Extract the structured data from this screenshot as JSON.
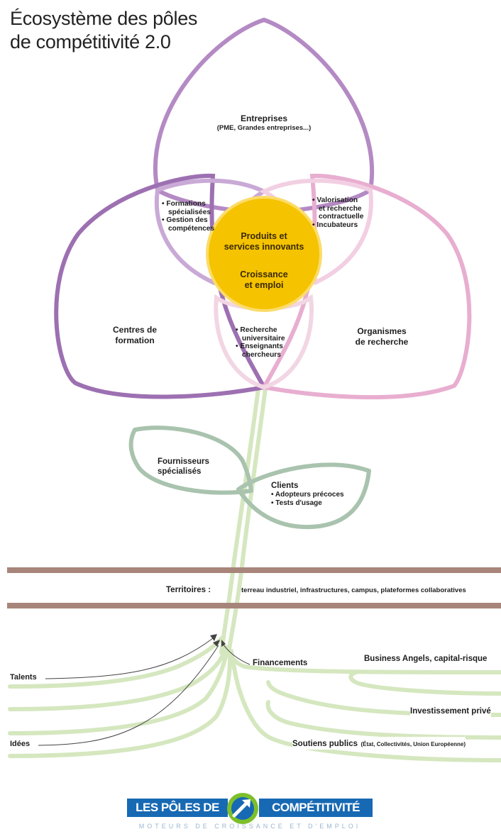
{
  "title": {
    "line1": "Écosystème des pôles",
    "line2": "de compétitivité 2.0"
  },
  "petals": {
    "entreprises": {
      "title": "Entreprises",
      "subtitle": "(PME, Grandes entreprises...)"
    },
    "formation": {
      "title_l1": "Centres de",
      "title_l2": "formation"
    },
    "recherche": {
      "title_l1": "Organismes",
      "title_l2": "de recherche"
    }
  },
  "overlaps": {
    "left": [
      "• Formations",
      "spécialisées",
      "• Gestion des",
      "compétences"
    ],
    "right": [
      "• Valorisation",
      "et recherche",
      "contractuelle",
      "• Incubateurs"
    ],
    "bottom": [
      "• Recherche",
      "universitaire",
      "• Enseignants",
      "chercheurs"
    ]
  },
  "center": {
    "line1": "Produits et",
    "line2": "services innovants",
    "line3": "Croissance",
    "line4": "et emploi"
  },
  "leaves": {
    "fournisseurs_l1": "Fournisseurs",
    "fournisseurs_l2": "spécialisés",
    "clients_title": "Clients",
    "clients_items": [
      "• Adopteurs précoces",
      "• Tests d'usage"
    ]
  },
  "territoires": {
    "label": "Territoires :",
    "text": "terreau industriel, infrastructures, campus, plateformes collaboratives"
  },
  "roots": {
    "talents": "Talents",
    "idees": "Idées",
    "financements": "Financements",
    "business_angels": "Business Angels, capital-risque",
    "investissement": "Investissement privé",
    "soutiens": "Soutiens publics",
    "soutiens_detail": "(État, Collectivités, Union Européenne)"
  },
  "logo": {
    "left": "LES PÔLES DE",
    "right": "COMPÉTITIVITÉ",
    "tagline": "MOTEURS DE CROISSANCE ET D'EMPLOI"
  },
  "colors": {
    "purple": "#a57bb8",
    "light_purple": "#c9a9d6",
    "pink": "#e7b1d1",
    "light_pink": "#f3d4e3",
    "yellow": "#f5c400",
    "green_stem": "#cfe3b4",
    "leaf_green": "#a9c3ae",
    "brown": "#a8857a",
    "logo_blue": "#1769b3",
    "logo_green": "#7dbf2b"
  }
}
